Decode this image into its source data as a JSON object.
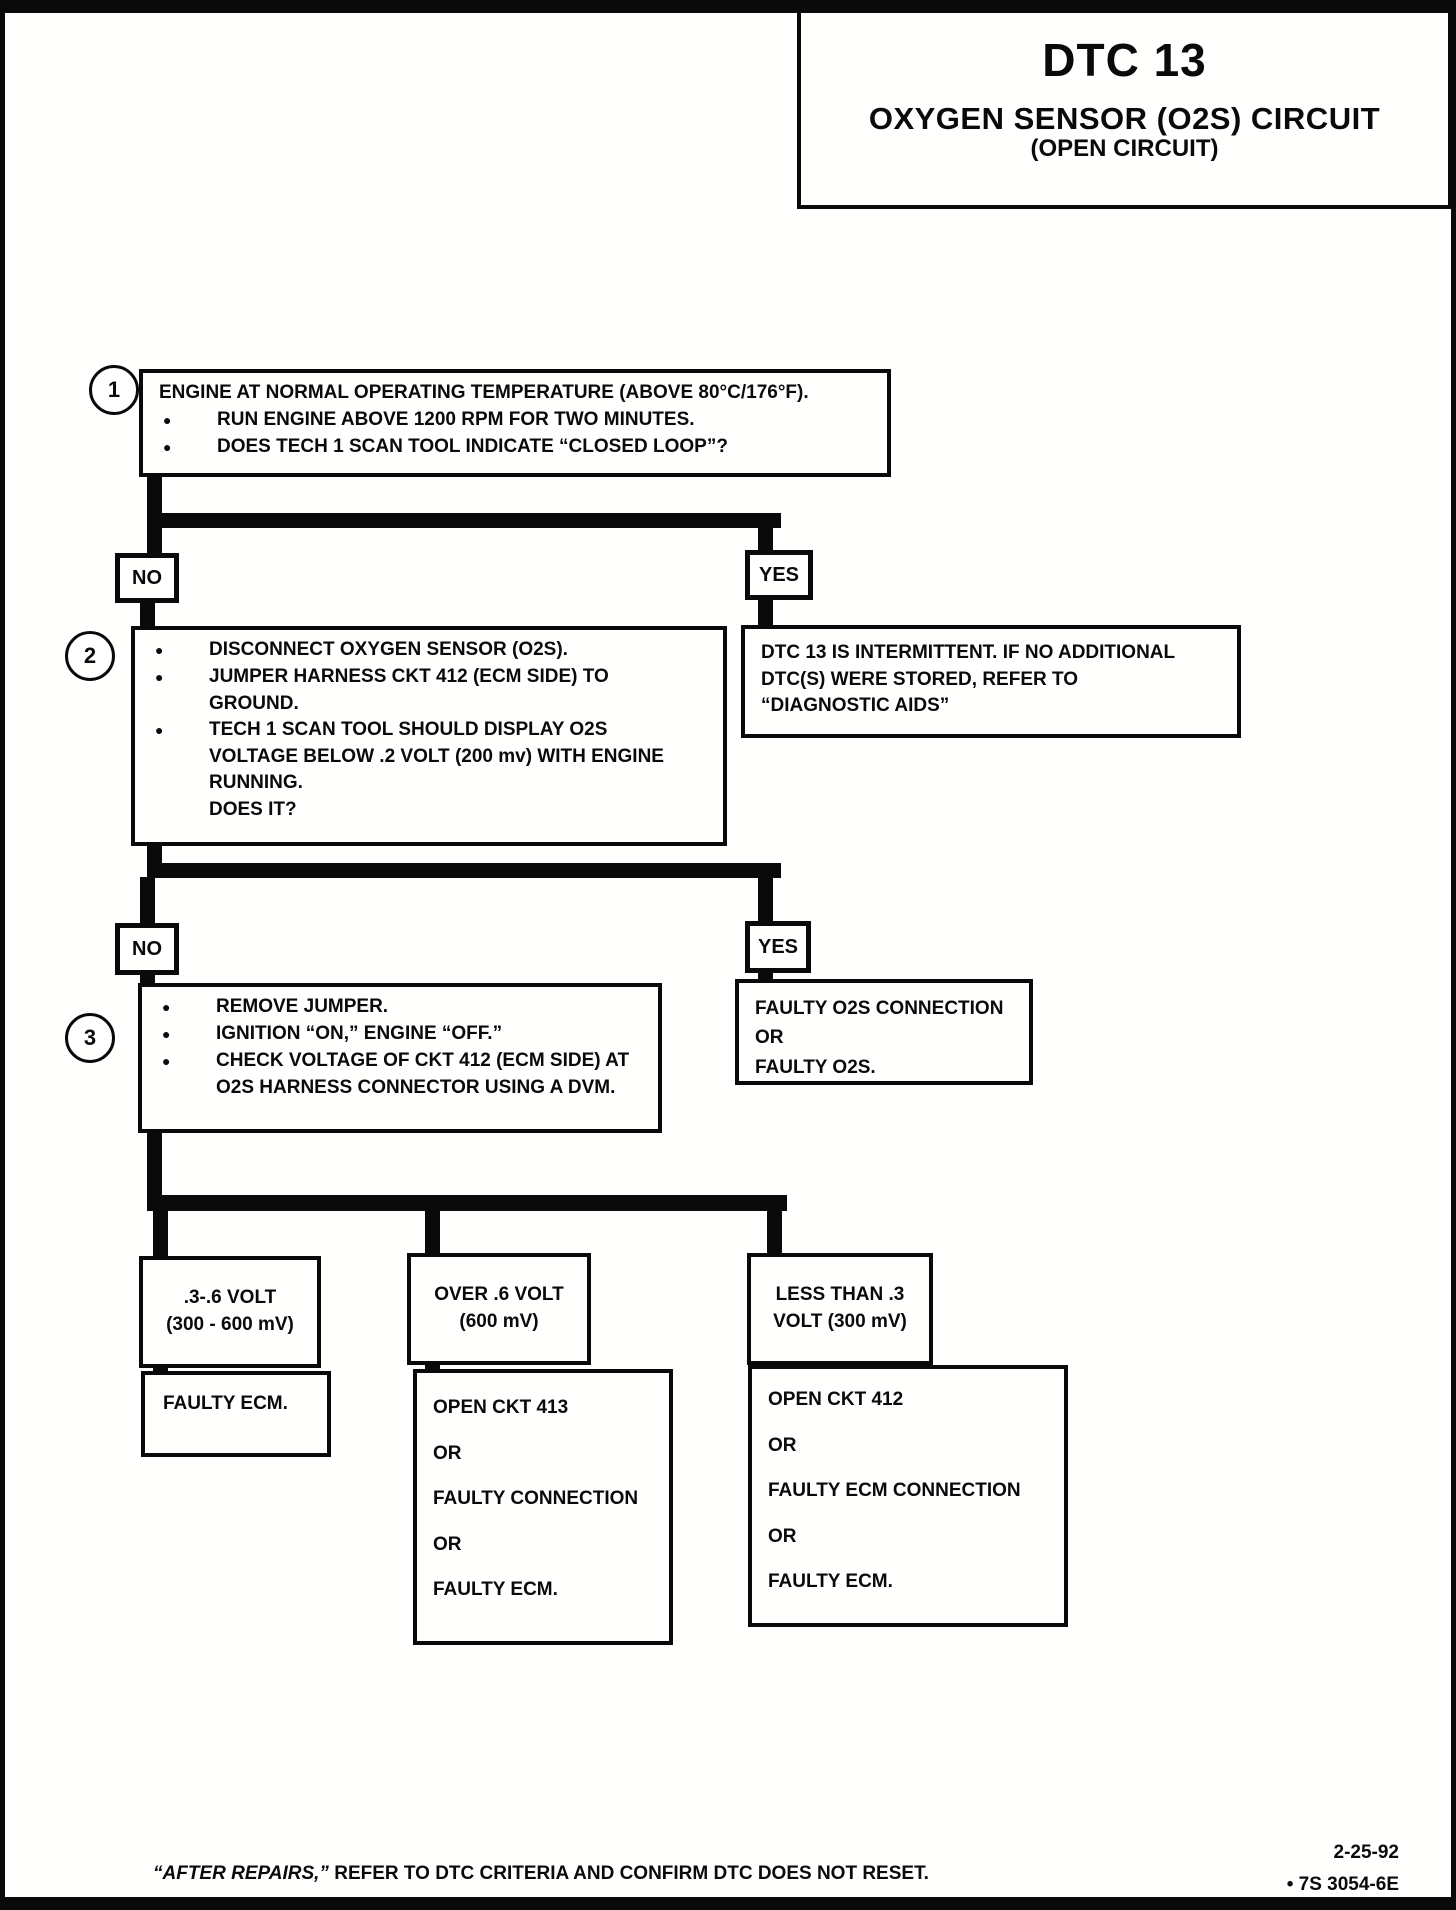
{
  "title": {
    "code": "DTC 13",
    "line1": "OXYGEN SENSOR (O2S) CIRCUIT",
    "line2": "(OPEN CIRCUIT)"
  },
  "flow": {
    "step1": {
      "num": "1",
      "intro": "ENGINE AT NORMAL OPERATING TEMPERATURE (ABOVE 80°C/176°F).",
      "b1": "RUN ENGINE ABOVE 1200 RPM FOR TWO MINUTES.",
      "b2": "DOES TECH 1 SCAN TOOL INDICATE “CLOSED LOOP”?"
    },
    "no1": "NO",
    "yes1": "YES",
    "step2": {
      "num": "2",
      "b1": "DISCONNECT OXYGEN SENSOR (O2S).",
      "b2": "JUMPER HARNESS CKT 412 (ECM SIDE) TO\nGROUND.",
      "b3": "TECH 1 SCAN TOOL SHOULD DISPLAY O2S\nVOLTAGE BELOW .2 VOLT (200 mv) WITH ENGINE\nRUNNING.\nDOES IT?"
    },
    "intermittent": "DTC 13 IS INTERMITTENT. IF NO ADDITIONAL\nDTC(S) WERE STORED, REFER TO\n“DIAGNOSTIC AIDS”",
    "no2": "NO",
    "yes2": "YES",
    "step3": {
      "num": "3",
      "b1": "REMOVE JUMPER.",
      "b2": "IGNITION “ON,”  ENGINE  “OFF.”",
      "b3": "CHECK VOLTAGE OF CKT 412 (ECM SIDE) AT\nO2S HARNESS CONNECTOR USING A DVM."
    },
    "faulty_o2s": "FAULTY O2S CONNECTION\nOR\nFAULTY O2S.",
    "cond1": ".3-.6 VOLT\n(300 - 600 mV)",
    "cond2": "OVER .6 VOLT\n(600 mV)",
    "cond3": "LESS THAN .3\nVOLT (300 mV)",
    "result1": "FAULTY ECM.",
    "result2": "OPEN CKT 413\nOR\nFAULTY CONNECTION\nOR\nFAULTY ECM.",
    "result3": "OPEN CKT 412\nOR\nFAULTY ECM CONNECTION\nOR\nFAULTY ECM."
  },
  "footer": {
    "note_italic": "“AFTER REPAIRS,”",
    "note_rest": " REFER TO DTC CRITERIA  AND CONFIRM DTC DOES NOT RESET.",
    "date": "2-25-92",
    "ref": "• 7S 3054-6E"
  }
}
